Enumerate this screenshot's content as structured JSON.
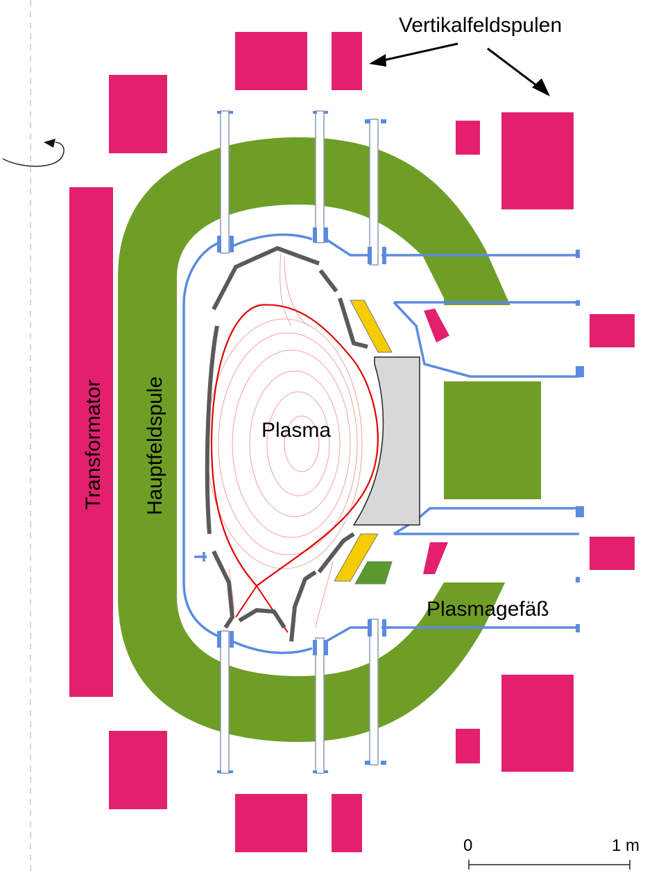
{
  "colors": {
    "coil_pink": "#e3206e",
    "main_coil_green": "#6f9e27",
    "vessel_blue": "#5b8be0",
    "port_gray": "#8a9ab5",
    "first_wall_gray": "#5a5a5a",
    "plasma_lcfs_red": "#e00000",
    "flux_surface_red": "#f3a0a0",
    "central_block_gray": "#d8d8d8",
    "yellow_component": "#f5cc00",
    "green_board": "#5a9a2a"
  },
  "labels": {
    "vertical_field_coils": "Vertikalfeldspulen",
    "transformer": "Transformator",
    "main_field_coil": "Hauptfeldspule",
    "plasma": "Plasma",
    "plasma_vessel": "Plasmagefäß"
  },
  "scale_bar": {
    "start_label": "0",
    "end_label": "1 m",
    "length_m": 1
  },
  "axis": {
    "rotation_icon": "toroidal-rotation-arrow"
  }
}
